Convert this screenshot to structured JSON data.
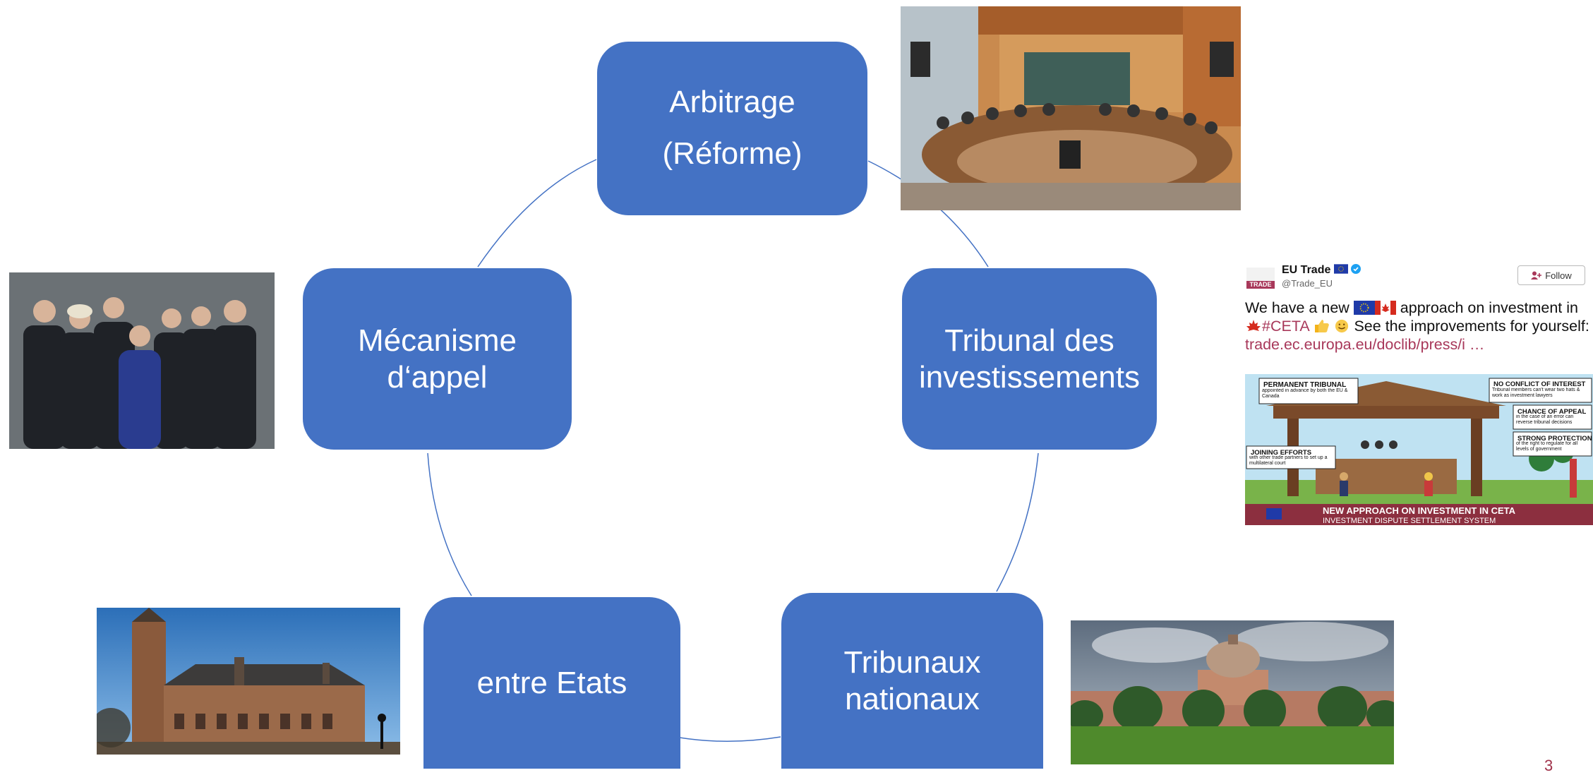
{
  "nodes": {
    "arbitrage": {
      "line1": "Arbitrage",
      "line2": "(Réforme)"
    },
    "tribunal_investissements": {
      "line1": "Tribunal des",
      "line2": "investissements"
    },
    "tribunaux_nationaux": {
      "line1": "Tribunaux",
      "line2": "nationaux"
    },
    "entre_etats": {
      "line1": "entre Etats"
    },
    "mecanisme_appel": {
      "line1": "Mécanisme",
      "line2": "d‘appel"
    }
  },
  "tweet": {
    "account_name": "EU Trade",
    "handle": "@Trade_EU",
    "logo_text": "TRADE",
    "follow_label": "Follow",
    "text_part1": "We have a new",
    "text_part2": "approach on investment in",
    "hashtag": "#CETA",
    "text_part3": "See the improvements for yourself:",
    "link": "trade.ec.europa.eu/doclib/press/i …",
    "infographic": {
      "box1_title": "PERMANENT TRIBUNAL",
      "box1_text": "appointed in advance by both the EU & Canada",
      "box2_title": "NO CONFLICT OF INTEREST",
      "box2_text": "Tribunal members can't wear two hats & work as investment lawyers",
      "box3_title": "CHANCE OF APPEAL",
      "box3_text": "in the case of an error can reverse tribunal decisions",
      "box4_title": "STRONG PROTECTION",
      "box4_text": "of the right to regulate for all levels of government",
      "box5_title": "JOINING EFFORTS",
      "box5_text": "with other trade partners to set up a multilateral court",
      "banner1": "NEW APPROACH ON INVESTMENT IN CETA",
      "banner2": "INVESTMENT DISPUTE SETTLEMENT SYSTEM"
    }
  },
  "page_number": "3",
  "colors": {
    "node_fill": "#4472C4",
    "node_text": "#FFFFFF",
    "ring_line": "#4472C4",
    "accent": "#A8385A"
  }
}
